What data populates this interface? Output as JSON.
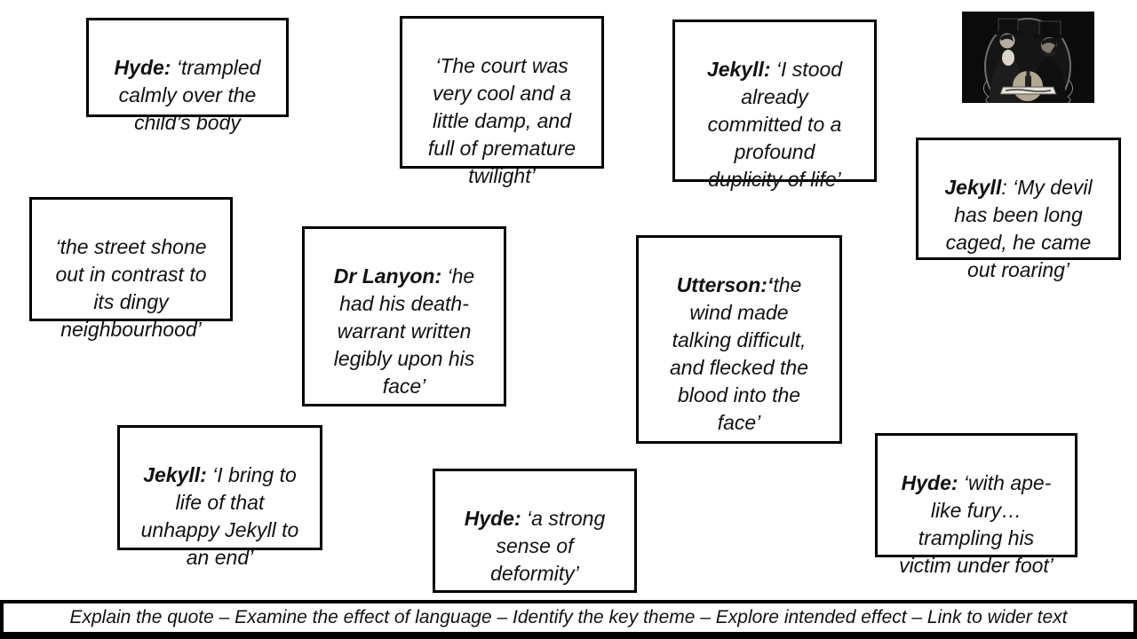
{
  "colors": {
    "background": "#ffffff",
    "box_border": "#000000",
    "text": "#111111"
  },
  "quotes": [
    {
      "speaker": "Hyde:",
      "quote": " ‘trampled\ncalmly over the\nchild’s body"
    },
    {
      "speaker": "",
      "quote": "‘The court was\nvery cool and a\nlittle damp, and\nfull of premature\ntwilight’"
    },
    {
      "speaker": "Jekyll:",
      "quote": " ‘I stood\nalready\ncommitted to a\nprofound\nduplicity of life’"
    },
    {
      "speaker": "Jekyll",
      "quote": ": ‘My devil\nhas been long\ncaged, he came\nout roaring’"
    },
    {
      "speaker": "",
      "quote": "‘the street shone\nout in contrast to\nits dingy\nneighbourhood’"
    },
    {
      "speaker": "Dr Lanyon:",
      "quote": " ‘he\nhad his death-\nwarrant written\nlegibly upon his\nface’"
    },
    {
      "speaker": "Utterson:‘",
      "quote": "the\nwind made\ntalking difficult,\nand flecked the\nblood into the\nface’"
    },
    {
      "speaker": "Jekyll:",
      "quote": " ‘I bring to\nlife of that\nunhappy Jekyll to\nan end’"
    },
    {
      "speaker": "Hyde:",
      "quote": " ‘a strong\nsense of\ndeformity’"
    },
    {
      "speaker": "Hyde:",
      "quote": " ‘with ape-\nlike fury…\ntrampling his\nvictim under foot’"
    }
  ],
  "footer": {
    "text": "Explain the quote – Examine the effect of language –  Identify the key theme – Explore intended effect – Link to wider text"
  }
}
